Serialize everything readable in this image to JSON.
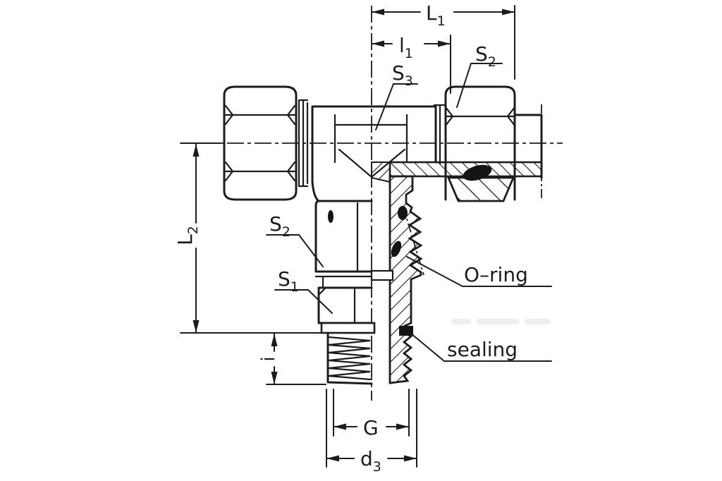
{
  "figure": {
    "type": "technical-drawing",
    "subject": "adjustable male branch tee tube fitting, half-section view"
  },
  "colors": {
    "line": "#1c1c1c",
    "background": "#ffffff",
    "seal_fill": "#141414"
  },
  "dimensions": {
    "L1": {
      "main": "L",
      "sub": "1"
    },
    "l1": {
      "main": "l",
      "sub": "1"
    },
    "L2": {
      "main": "L",
      "sub": "2"
    },
    "i": {
      "main": "i",
      "sub": ""
    },
    "G": {
      "main": "G",
      "sub": ""
    },
    "d3": {
      "main": "d",
      "sub": "3"
    }
  },
  "wrench_sizes": {
    "S1": {
      "main": "S",
      "sub": "1"
    },
    "S2_top": {
      "main": "S",
      "sub": "2"
    },
    "S2_mid": {
      "main": "S",
      "sub": "2"
    },
    "S3": {
      "main": "S",
      "sub": "3"
    }
  },
  "callouts": {
    "o_ring": "O–ring",
    "sealing": "sealing"
  }
}
